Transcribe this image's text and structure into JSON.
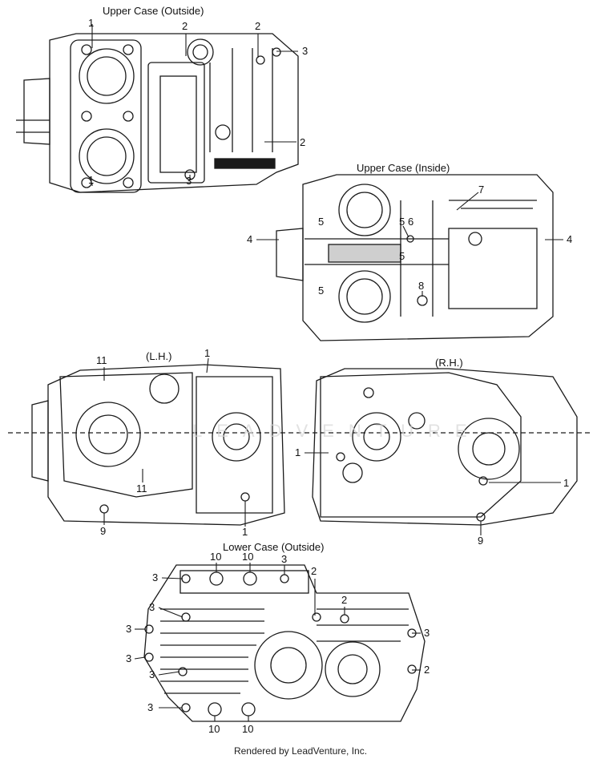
{
  "titles": {
    "upper_outside": "Upper Case (Outside)",
    "upper_inside": "Upper Case (Inside)",
    "lh": "(L.H.)",
    "rh": "(R.H.)",
    "lower_outside": "Lower Case (Outside)"
  },
  "labels": {
    "uo": [
      "1",
      "2",
      "2",
      "3",
      "2",
      "1",
      "3"
    ],
    "ui": [
      "7",
      "5",
      "4",
      "5",
      "6",
      "4",
      "5",
      "5",
      "8"
    ],
    "lh": [
      "11",
      "1",
      "11",
      "9",
      "1"
    ],
    "rh": [
      "1",
      "1",
      "9"
    ],
    "lo": [
      "3",
      "10",
      "10",
      "3",
      "2",
      "3",
      "2",
      "3",
      "3",
      "3",
      "3",
      "2",
      "3",
      "10",
      "10"
    ]
  },
  "watermark": "LEADVENTURE",
  "footer": "Rendered by LeadVenture, Inc.",
  "colors": {
    "line": "#1a1a1a",
    "watermark": "#d6d6d6"
  }
}
